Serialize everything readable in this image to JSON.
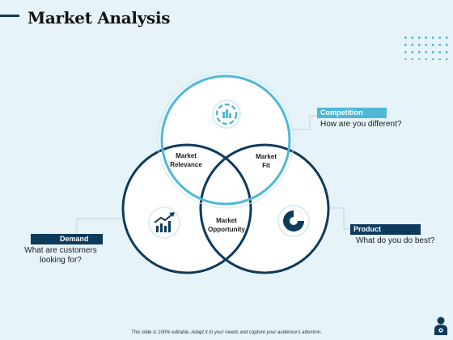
{
  "title": "Market Analysis",
  "sets": {
    "competition": {
      "label": "Competition",
      "description": "How are you different?",
      "icon": "analytics-icon",
      "color": "#4fb8d6"
    },
    "product": {
      "label": "Product",
      "description": "What do you do best?",
      "icon": "pie-chart-icon",
      "color": "#0e3a5c"
    },
    "demand": {
      "label": "Demand",
      "description": "What are customers looking for?",
      "icon": "growth-chart-icon",
      "color": "#0e3a5c"
    }
  },
  "intersections": {
    "market_relevance": {
      "line1": "Market",
      "line2": "Relevance"
    },
    "market_fit": {
      "line1": "Market",
      "line2": "Fit"
    },
    "market_opportunity": {
      "line1": "Market",
      "line2": "Opportunity"
    }
  },
  "footer": "This slide is 100% editable. Adapt it to your needs and capture your audience's attention.",
  "colors": {
    "accent": "#4fb8d6",
    "primary": "#0e3a5c",
    "background": "#e6f4f9"
  }
}
